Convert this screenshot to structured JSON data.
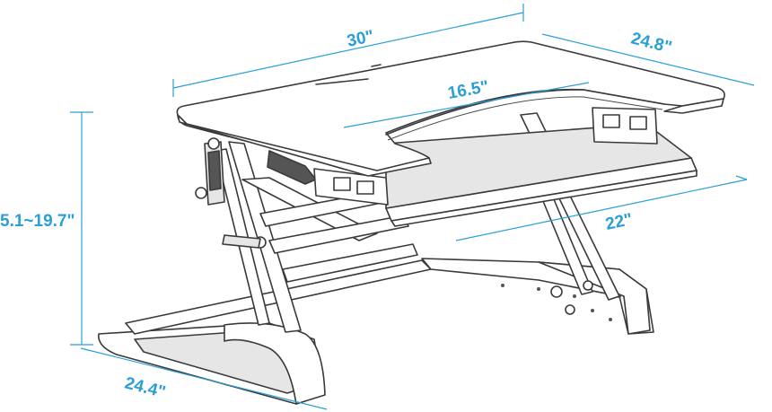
{
  "colors": {
    "dimension": "#2a9fd6",
    "outline": "#3a3a3a"
  },
  "dimensions": {
    "top_width": "30\"",
    "top_depth": "24.8\"",
    "keyboard_width": "16.5\"",
    "keyboard_tray_width": "22\"",
    "height_range": "5.1~19.7\"",
    "base_depth": "24.4\""
  }
}
